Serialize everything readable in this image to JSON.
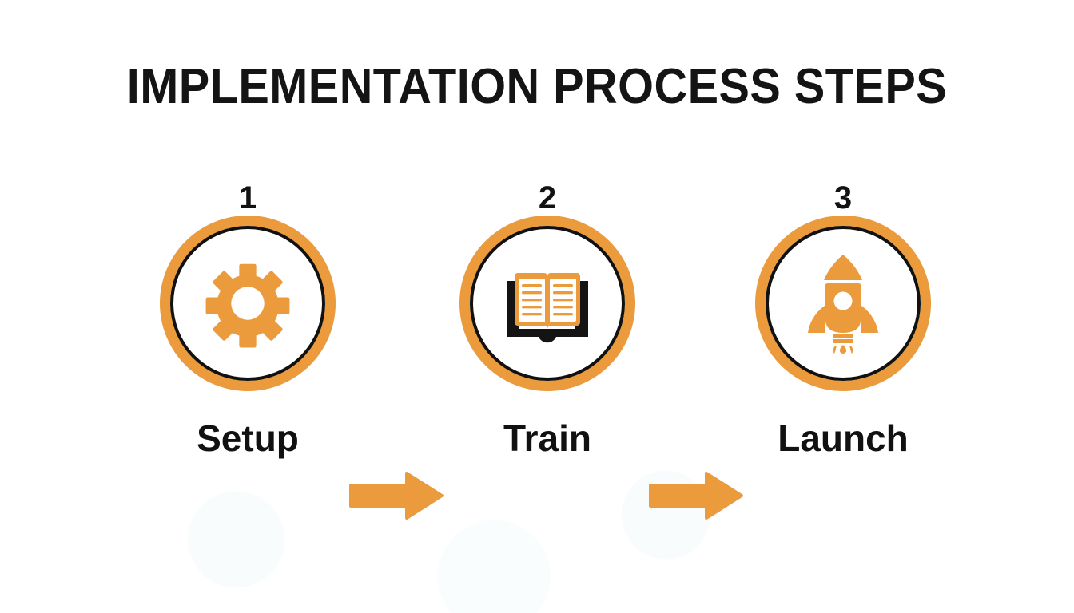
{
  "slide": {
    "title": "IMPLEMENTATION PROCESS STEPS",
    "background_color": "#ffffff",
    "accent_color": "#eb9b3c",
    "text_color": "#111111"
  },
  "steps": [
    {
      "number": "1",
      "label": "Setup",
      "icon": "gear-icon"
    },
    {
      "number": "2",
      "label": "Train",
      "icon": "open-book-icon"
    },
    {
      "number": "3",
      "label": "Launch",
      "icon": "rocket-icon"
    }
  ],
  "connectors": [
    {
      "name": "arrow-right-icon"
    },
    {
      "name": "arrow-right-icon"
    }
  ]
}
